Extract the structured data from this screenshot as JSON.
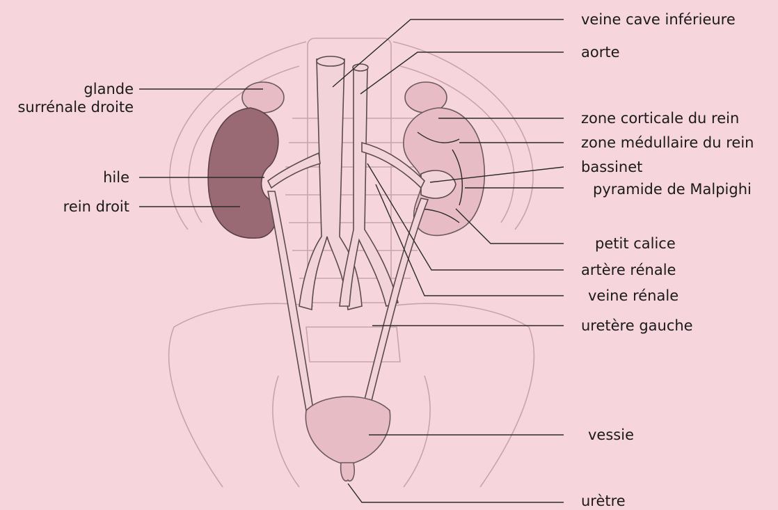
{
  "colors": {
    "background": "#f6d6dc",
    "organ": "#e8bcc4",
    "kidney_right": "#9a6a74",
    "outline": "#5a4a4e",
    "skeleton": "#c9a3ab"
  },
  "labels": {
    "veine_cave": "veine cave inférieure",
    "aorte": "aorte",
    "glande_1": "glande",
    "glande_2": "surrénale droite",
    "zone_corticale": "zone corticale du rein",
    "zone_medullaire": "zone médullaire du rein",
    "hile": "hile",
    "bassinet": "bassinet",
    "pyramide": "pyramide de Malpighi",
    "rein_droit": "rein droit",
    "petit_calice": "petit calice",
    "artere_renale": "artère rénale",
    "veine_renale": "veine rénale",
    "uretere_gauche": "uretère gauche",
    "vessie": "vessie",
    "uretre": "urètre"
  }
}
